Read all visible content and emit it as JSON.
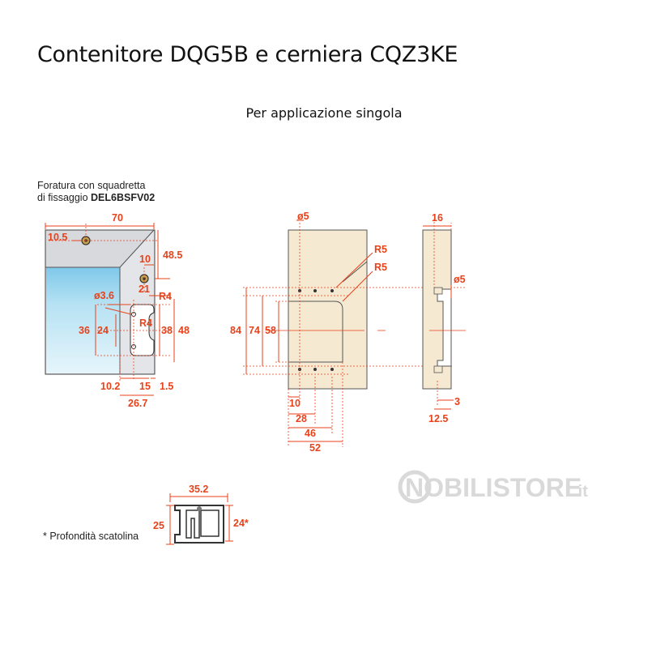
{
  "title": "Contenitore DQG5B e cerniera CQZ3KE",
  "subtitle": "Per applicazione singola",
  "caption": {
    "line1": "Foratura con squadretta",
    "line2_prefix": "di fissaggio ",
    "line2_code": "DEL6BSFV02"
  },
  "left_drawing": {
    "d70": "70",
    "d10_5": "10.5",
    "d48_5": "48.5",
    "d10": "10",
    "d21": "21",
    "d3_6": "ø3.6",
    "r4_top": "R4",
    "r4_mid": "R4",
    "d36": "36",
    "d24": "24",
    "d38": "38",
    "d48": "48",
    "d10_2": "10.2",
    "d15": "15",
    "d1_5": "1.5",
    "d26_7": "26.7"
  },
  "front_view": {
    "d_o5": "ø5",
    "r5_a": "R5",
    "r5_b": "R5",
    "d84": "84",
    "d74": "74",
    "d58": "58",
    "d10": "10",
    "d28": "28",
    "d46": "46",
    "d52": "52"
  },
  "side_view": {
    "d16": "16",
    "d_o5": "ø5",
    "d3": "3",
    "d12_5": "12.5"
  },
  "profile": {
    "d35_2": "35.2",
    "d25": "25",
    "d24s": "24*"
  },
  "footnote": "* Profondità scatolina",
  "watermark": {
    "brand": "NOBILISTORE",
    "tld": ".it"
  },
  "colors": {
    "dimension": "#e8421b",
    "panel": "#f5e9d2",
    "glass": "#a9dcf0",
    "frame": "#d6d7db"
  }
}
